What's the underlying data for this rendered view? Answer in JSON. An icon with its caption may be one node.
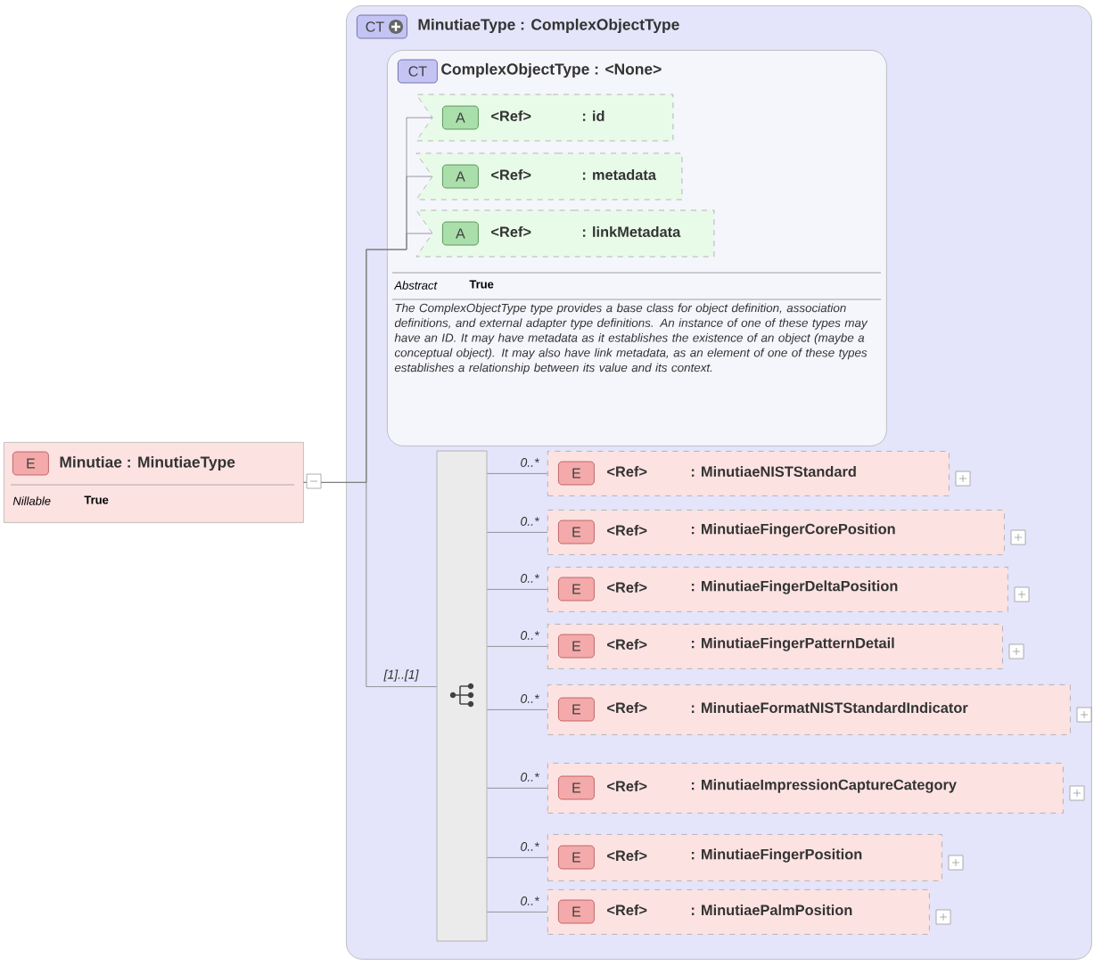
{
  "diagram": {
    "nodes": [
      {
        "text": [
          "E",
          "Minutiae : MinutiaeType",
          "Nillable",
          "True"
        ]
      },
      {
        "text": [
          "CT",
          "MinutiaeType : ComplexObjectType"
        ]
      },
      {
        "text": [
          "CT",
          "ComplexObjectType : <None>",
          "Abstract",
          "True",
          "The ComplexObjectType type provides a base class for object definition, association definitions, and external adapter type definitions. An instance of one of these types may have an ID. It may have metadata as it establishes the existence of an object (maybe a conceptual object). It may also have link metadata, as an element of one of these types establishes a relationship between its value and its context."
        ],
        "in": 1
      },
      {
        "text": [
          "A",
          "<Ref>",
          ": id"
        ],
        "in": 2
      },
      {
        "text": [
          "A",
          "<Ref>",
          ": metadata"
        ],
        "in": 2
      },
      {
        "text": [
          "A",
          "<Ref>",
          ": linkMetadata"
        ],
        "in": 2
      },
      {
        "text": [],
        "shape": "bar",
        "in": 1
      },
      {
        "text": [
          "E",
          "<Ref>",
          ": MinutiaeNISTStandard"
        ],
        "in": 1
      },
      {
        "text": [
          "E",
          "<Ref>",
          ": MinutiaeFingerCorePosition"
        ],
        "in": 1
      },
      {
        "text": [
          "E",
          "<Ref>",
          ": MinutiaeFingerDeltaPosition"
        ],
        "in": 1
      },
      {
        "text": [
          "E",
          "<Ref>",
          ": MinutiaeFingerPatternDetail"
        ],
        "in": 1
      },
      {
        "text": [
          "E",
          "<Ref>",
          ": MinutiaeFormatNISTStandardIndicator"
        ],
        "in": 1
      },
      {
        "text": [
          "E",
          "<Ref>",
          ": MinutiaeImpressionCaptureCategory"
        ],
        "in": 1
      },
      {
        "text": [
          "E",
          "<Ref>",
          ": MinutiaeFingerPosition"
        ],
        "in": 1
      },
      {
        "text": [
          "E",
          "<Ref>",
          ": MinutiaePalmPosition"
        ],
        "in": 1
      }
    ],
    "edges": [
      {
        "from": 0,
        "to": 3,
        "arrow": "none"
      },
      {
        "from": 0,
        "to": 4,
        "arrow": "none"
      },
      {
        "from": 0,
        "to": 5,
        "arrow": "none"
      },
      {
        "from": 0,
        "to": 6,
        "arrow": "none",
        "label": "[1]..[1]"
      },
      {
        "from": 6,
        "to": 7,
        "arrow": "none",
        "label": "0..*"
      },
      {
        "from": 6,
        "to": 8,
        "arrow": "none",
        "label": "0..*"
      },
      {
        "from": 6,
        "to": 9,
        "arrow": "none",
        "label": "0..*"
      },
      {
        "from": 6,
        "to": 10,
        "arrow": "none",
        "label": "0..*"
      },
      {
        "from": 6,
        "to": 11,
        "arrow": "none",
        "label": "0..*"
      },
      {
        "from": 6,
        "to": 12,
        "arrow": "none",
        "label": "0..*"
      },
      {
        "from": 6,
        "to": 13,
        "arrow": "none",
        "label": "0..*"
      },
      {
        "from": 6,
        "to": 14,
        "arrow": "none",
        "label": "0..*"
      }
    ]
  }
}
